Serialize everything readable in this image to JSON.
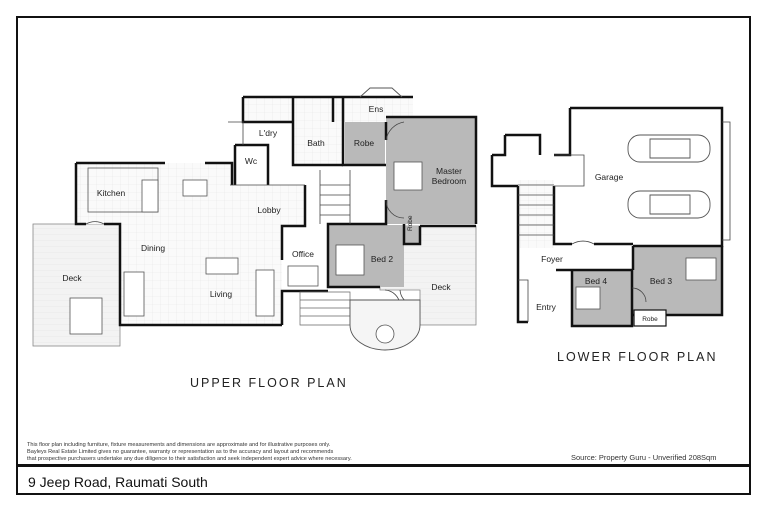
{
  "rooms_upper": {
    "kitchen": "Kitchen",
    "dining": "Dining",
    "living": "Living",
    "deck_left": "Deck",
    "laundry": "L'dry",
    "wc": "Wc",
    "bath": "Bath",
    "ensuite": "Ens",
    "robe_upper": "Robe",
    "master_line1": "Master",
    "master_line2": "Bedroom",
    "lobby": "Lobby",
    "office": "Office",
    "bed2": "Bed 2",
    "robe_small": "Robe",
    "deck_right": "Deck"
  },
  "rooms_lower": {
    "garage": "Garage",
    "foyer": "Foyer",
    "entry": "Entry",
    "bed4": "Bed 4",
    "bed3": "Bed 3",
    "robe_lower": "Robe"
  },
  "titles": {
    "upper": "UPPER FLOOR PLAN",
    "lower": "LOWER FLOOR PLAN"
  },
  "disclaimer": {
    "line1": "This floor plan including furniture, fixture measurements and dimensions are approximate and for illustrative purposes only.",
    "line2": "Bayleys Real Estate Limited gives no guarantee, warranty or representation as to the accuracy and layout and recommends",
    "line3": "that prospective purchasers undertake any due diligence to their satisfaction and seek independent expert advice where necessary."
  },
  "source": "Source: Property Guru - Unverified 208Sqm",
  "address": "9 Jeep Road, Raumati South",
  "colors": {
    "wall": "#111111",
    "shaded_room": "#b9b9b9",
    "deck_fill": "#f2f2f2",
    "background": "#ffffff"
  }
}
